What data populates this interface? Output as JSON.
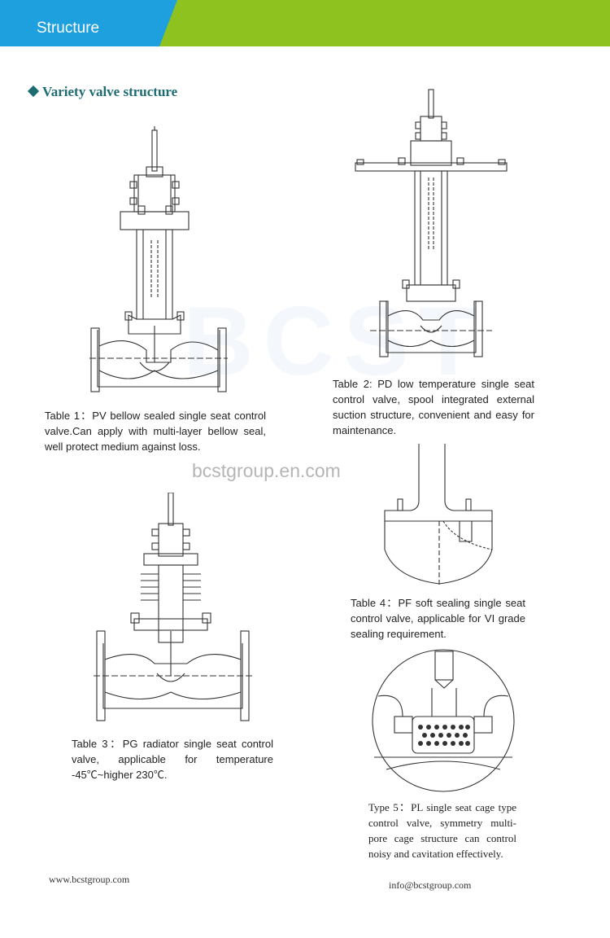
{
  "header": {
    "title": "Structure",
    "accent_blue": "#1ea0de",
    "accent_green": "#8dc21f"
  },
  "section": {
    "heading": "Variety valve structure",
    "color": "#1d6c72"
  },
  "watermark": {
    "logo_text": "BCST",
    "url": "bcstgroup.en.com"
  },
  "captions": {
    "table1": "Table 1：PV bellow sealed single seat control valve.Can apply with multi-layer bellow seal, well protect medium against loss.",
    "table2": "Table 2:  PD low temperature single seat control valve, spool integrated external suction structure, convenient and easy for maintenance.",
    "table3": "Table 3：PG radiator single seat control valve, applicable for temperature -45℃~higher 230℃.",
    "table4": "Table 4：PF soft sealing single seat control valve, applicable for VI grade sealing requirement.",
    "type5": "Type 5：PL single seat cage type control valve, symmetry multi-pore cage structure can control noisy and cavitation effectively."
  },
  "footer": {
    "website": "www.bcstgroup.com",
    "email": "info@bcstgroup.com"
  }
}
